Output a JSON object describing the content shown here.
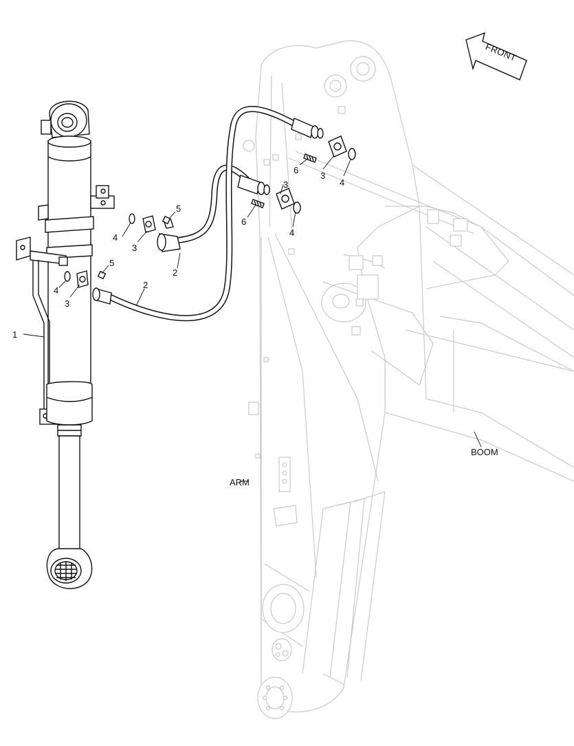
{
  "direction_label": "FRONT",
  "region_labels": {
    "boom": "BOOM",
    "arm": "ARM"
  },
  "callouts": [
    {
      "id": "c1",
      "text": "1"
    },
    {
      "id": "c2a",
      "text": "2"
    },
    {
      "id": "c2b",
      "text": "2"
    },
    {
      "id": "c3a",
      "text": "3"
    },
    {
      "id": "c3b",
      "text": "3"
    },
    {
      "id": "c3c",
      "text": "3"
    },
    {
      "id": "c3d",
      "text": "3"
    },
    {
      "id": "c4a",
      "text": "4"
    },
    {
      "id": "c4b",
      "text": "4"
    },
    {
      "id": "c4c",
      "text": "4"
    },
    {
      "id": "c4d",
      "text": "4"
    },
    {
      "id": "c5a",
      "text": "5"
    },
    {
      "id": "c5b",
      "text": "5"
    },
    {
      "id": "c6a",
      "text": "6"
    },
    {
      "id": "c6b",
      "text": "6"
    }
  ],
  "colors": {
    "ink": "#111111",
    "background_lines": "#c9c9c9",
    "paper": "#ffffff"
  }
}
